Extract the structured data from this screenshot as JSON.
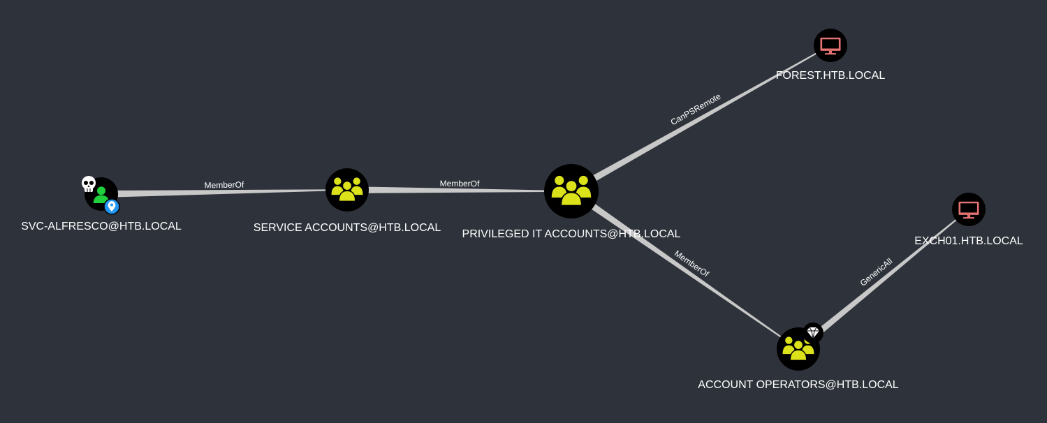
{
  "nodes": [
    {
      "id": "svc",
      "label": "SVC-ALFRESCO@HTB.LOCAL",
      "type": "user",
      "icon": "user-icon",
      "badges": [
        "skull-icon",
        "location-pin-icon"
      ]
    },
    {
      "id": "svcacc",
      "label": "SERVICE ACCOUNTS@HTB.LOCAL",
      "type": "group",
      "icon": "group-icon"
    },
    {
      "id": "privit",
      "label": "PRIVILEGED IT ACCOUNTS@HTB.LOCAL",
      "type": "group",
      "icon": "group-icon"
    },
    {
      "id": "forest",
      "label": "FOREST.HTB.LOCAL",
      "type": "computer",
      "icon": "computer-icon"
    },
    {
      "id": "exch",
      "label": "EXCH01.HTB.LOCAL",
      "type": "computer",
      "icon": "computer-icon"
    },
    {
      "id": "acctops",
      "label": "ACCOUNT OPERATORS@HTB.LOCAL",
      "type": "group",
      "icon": "group-icon",
      "badges": [
        "diamond-icon"
      ]
    }
  ],
  "edges": [
    {
      "from": "svc",
      "to": "svcacc",
      "label": "MemberOf"
    },
    {
      "from": "svcacc",
      "to": "privit",
      "label": "MemberOf"
    },
    {
      "from": "privit",
      "to": "forest",
      "label": "CanPSRemote"
    },
    {
      "from": "privit",
      "to": "acctops",
      "label": "MemberOf"
    },
    {
      "from": "acctops",
      "to": "exch",
      "label": "GenericAll"
    }
  ],
  "colors": {
    "background": "#2e333b",
    "edge": "#c8c8c8",
    "node_circle": "#000000",
    "group_icon": "#dce21a",
    "user_icon": "#1fcf3b",
    "computer_icon": "#e57373",
    "pin_badge": "#2196f3",
    "text": "#ffffff"
  }
}
